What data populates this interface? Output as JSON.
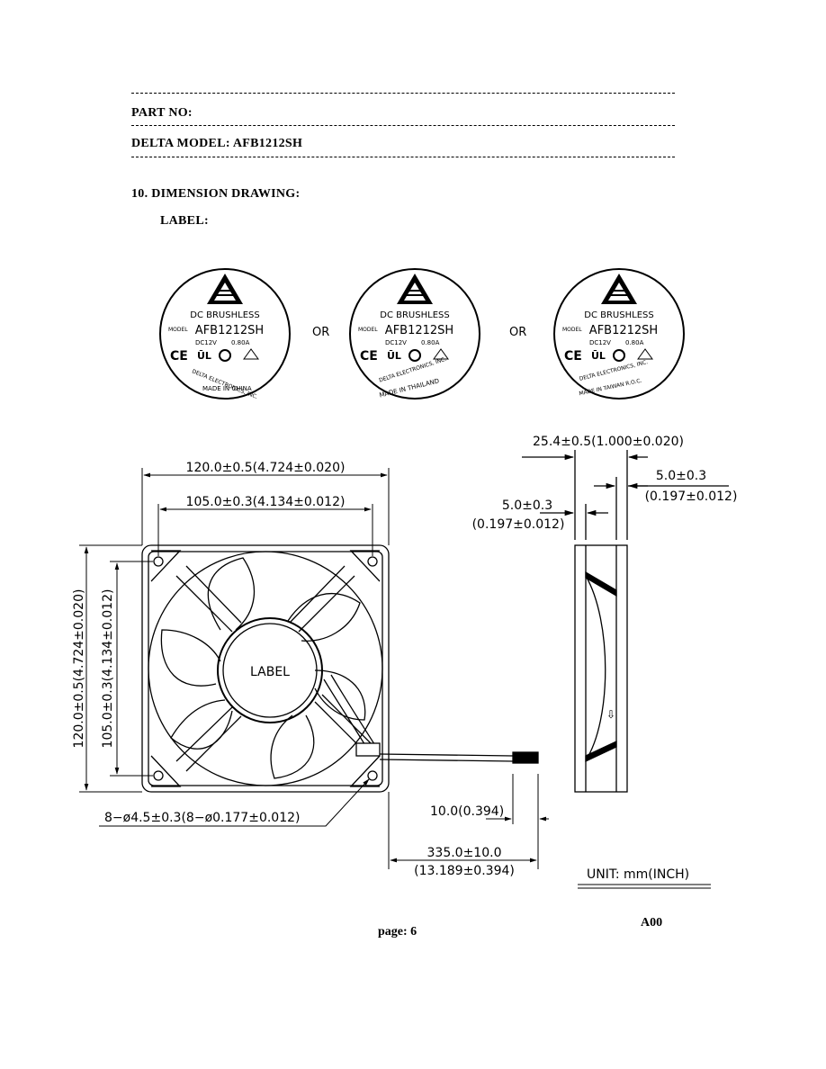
{
  "header": {
    "part_no": "PART NO:",
    "delta_model_label": "DELTA MODEL:",
    "delta_model_value": "AFB1212SH"
  },
  "section": {
    "title": "10. DIMENSION DRAWING:",
    "label_heading": "LABEL:"
  },
  "labels": [
    {
      "line1": "DC BRUSHLESS",
      "model_tag": "MODEL",
      "model": "AFB1212SH",
      "rating_v": "DC12V",
      "rating_a": "0.80A",
      "maker": "DELTA ELECTRONICS, INC.",
      "origin": "MADE IN CHINA"
    },
    {
      "line1": "DC BRUSHLESS",
      "model_tag": "MODEL",
      "model": "AFB1212SH",
      "rating_v": "DC12V",
      "rating_a": "0.80A",
      "maker": "DELTA ELECTRONICS, INC.",
      "origin": "MADE IN THAILAND"
    },
    {
      "line1": "DC BRUSHLESS",
      "model_tag": "MODEL",
      "model": "AFB1212SH",
      "rating_v": "DC12V",
      "rating_a": "0.80A",
      "maker": "DELTA ELECTRONICS, INC.",
      "origin": "MADE IN TAIWAN R.O.C."
    }
  ],
  "or_text": [
    "OR",
    "OR"
  ],
  "dimensions": {
    "overall_width": "120.0±0.5(4.724±0.020)",
    "hole_spacing_width": "105.0±0.3(4.134±0.012)",
    "overall_height": "120.0±0.5(4.724±0.020)",
    "hole_spacing_height": "105.0±0.3(4.134±0.012)",
    "holes": "8−ø4.5±0.3(8−ø0.177±0.012)",
    "thickness": "25.4±0.5(1.000±0.020)",
    "flange_right": "5.0±0.3",
    "flange_right_inch": "(0.197±0.012)",
    "flange_left": "5.0±0.3",
    "flange_left_inch": "(0.197±0.012)",
    "strip_length": "10.0(0.394)",
    "lead_length": "335.0±10.0",
    "lead_length_inch": "(13.189±0.394)",
    "hub_label": "LABEL"
  },
  "unit": "UNIT: mm(INCH)",
  "footer": {
    "page": "page: 6",
    "revision": "A00"
  }
}
